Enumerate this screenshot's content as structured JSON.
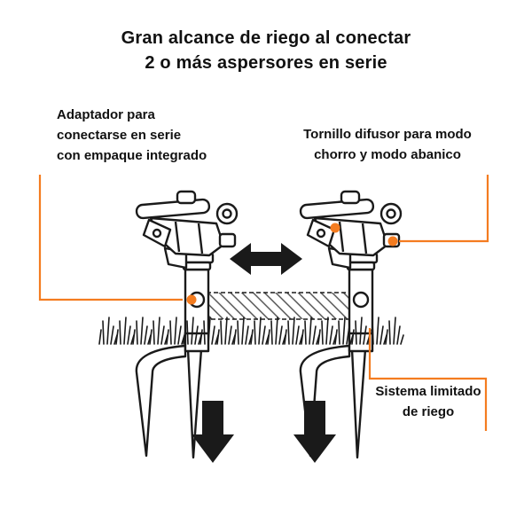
{
  "title": {
    "lines": [
      "Gran alcance de riego al conectar",
      "2 o más aspersores en serie"
    ]
  },
  "callouts": {
    "adapter": {
      "lines": [
        "Adaptador para",
        "conectarse en serie",
        "con empaque integrado"
      ]
    },
    "diffuser": {
      "lines": [
        "Tornillo difusor para modo",
        "chorro y modo abanico"
      ]
    },
    "limited": {
      "lines": [
        "Sistema limitado",
        "de riego"
      ]
    }
  },
  "icons": {
    "flow_between_sprinklers": "double-horizontal-arrow",
    "water_output": "down-block-arrow",
    "callout_markers": "orange-dot",
    "series_connection": "hatched-pipe-band"
  },
  "colors": {
    "accent_orange": "#F47C20",
    "line_ink": "#1A1A1A"
  }
}
